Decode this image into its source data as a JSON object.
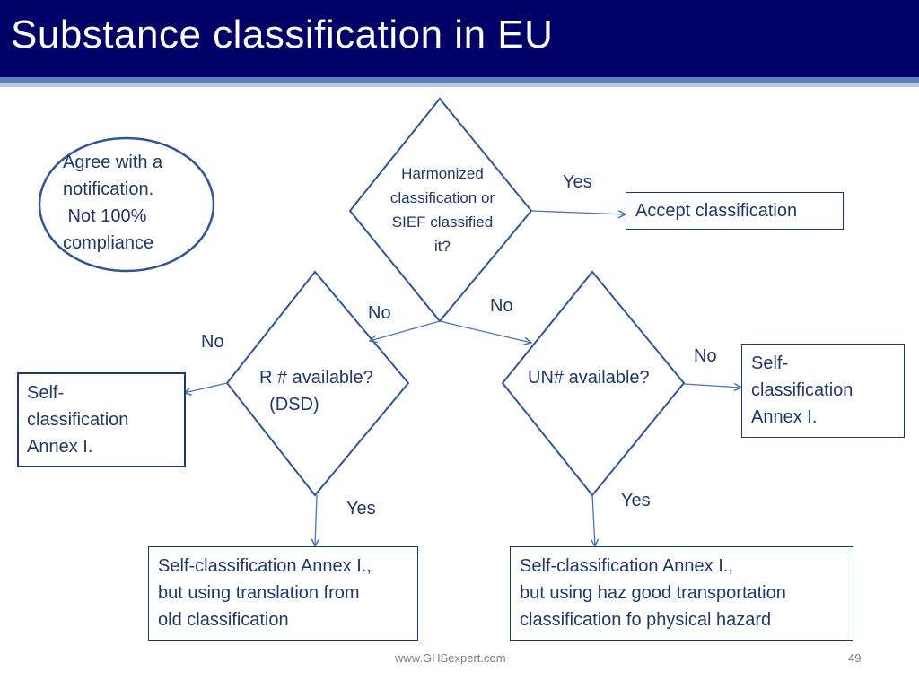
{
  "slide": {
    "title": "Substance classification in EU",
    "footer_url": "www.GHSexpert.com",
    "page_number": "49"
  },
  "colors": {
    "title_bar": "#000066",
    "text": "#1f3864",
    "shape_stroke": "#2f5597",
    "arrow": "#4a74b4"
  },
  "diagram": {
    "note": {
      "lines": [
        "Agree with a",
        "notification.",
        " Not 100%",
        "compliance"
      ]
    },
    "decisions": {
      "harmonized": {
        "lines": [
          "Harmonized",
          "classification or",
          "SIEF classified",
          "it?"
        ]
      },
      "r_number": {
        "lines": [
          "R # available?",
          "  (DSD)"
        ]
      },
      "un_number": {
        "lines": [
          "UN# available?"
        ]
      }
    },
    "outcomes": {
      "accept": {
        "lines": [
          "Accept classification"
        ]
      },
      "self_left": {
        "lines": [
          "Self-",
          "classification",
          "Annex I."
        ]
      },
      "self_right": {
        "lines": [
          "Self-",
          "classification",
          "Annex I."
        ]
      },
      "translation": {
        "lines": [
          "Self-classification Annex I.,",
          "but using translation from",
          "old classification"
        ]
      },
      "transport": {
        "lines": [
          "Self-classification Annex I.,",
          "but using haz good transportation",
          "classification fo physical hazard"
        ]
      }
    },
    "edge_labels": {
      "harmonized_yes": "Yes",
      "harmonized_no_left": "No",
      "harmonized_no_right": "No",
      "r_no": "No",
      "r_yes": "Yes",
      "un_no": "No",
      "un_yes": "Yes"
    }
  }
}
